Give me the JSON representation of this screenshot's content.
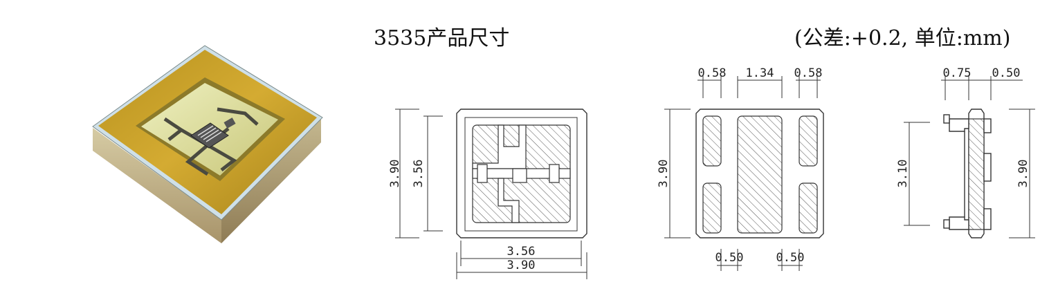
{
  "title": "3535产品尺寸",
  "tolerance_note": "(公差:+0.2, 单位:mm)",
  "top_view": {
    "outer_height": "3.90",
    "inner_height": "3.56",
    "inner_width": "3.56",
    "outer_width": "3.90"
  },
  "bottom_view": {
    "pad_width_left": "0.58",
    "center_pad_width": "1.34",
    "pad_width_right": "0.58",
    "height": "3.90",
    "gap_left": "0.50",
    "gap_right": "0.50"
  },
  "side_view": {
    "lead_width": "0.75",
    "body_offset": "0.50",
    "lead_span": "3.10",
    "height": "3.90"
  },
  "colors": {
    "package_gold": "#c9a12a",
    "package_side": "#b9ac85",
    "line": "#333333"
  }
}
